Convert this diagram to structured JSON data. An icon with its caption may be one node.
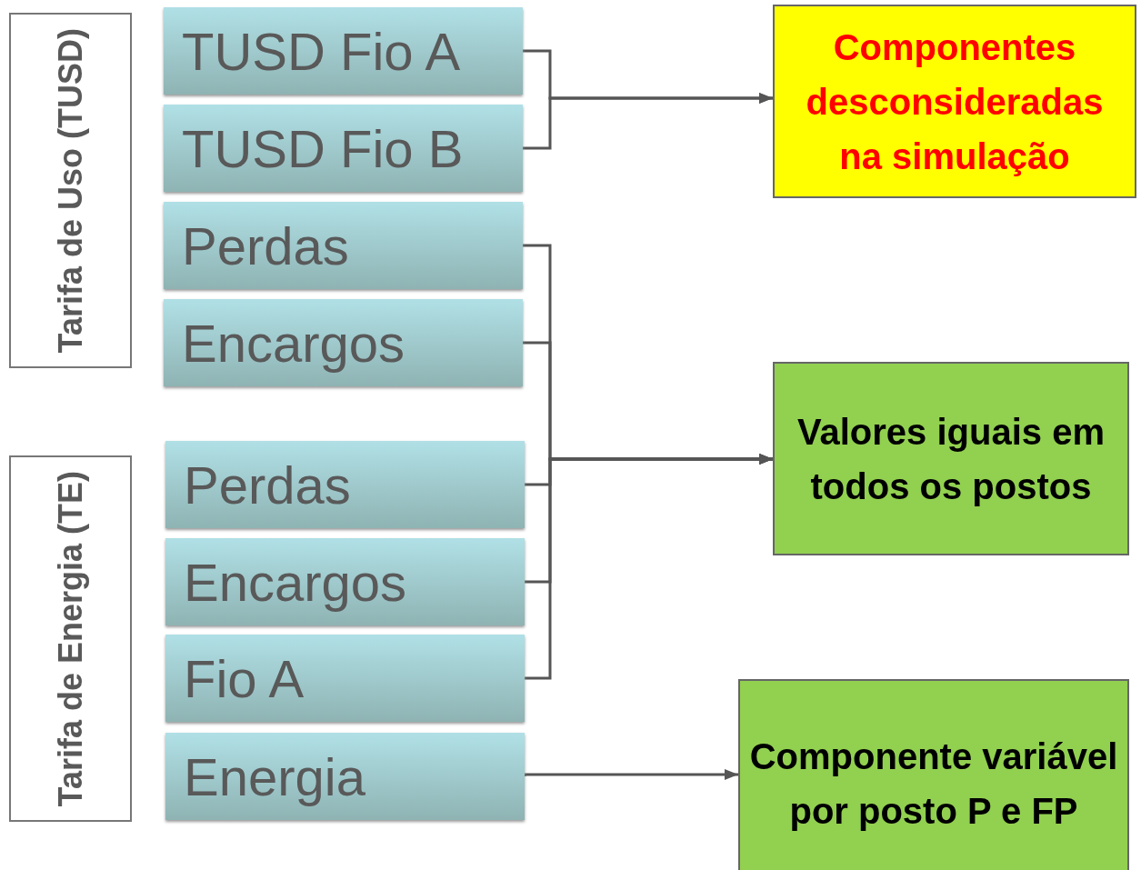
{
  "diagram": {
    "nodes": [
      {
        "text": [
          "Tarifa de Uso (TUSD)"
        ]
      },
      {
        "text": [
          "TUSD Fio A"
        ]
      },
      {
        "text": [
          "TUSD Fio B"
        ]
      },
      {
        "text": [
          "Perdas"
        ]
      },
      {
        "text": [
          "Encargos"
        ]
      },
      {
        "text": [
          "Tarifa de Energia (TE)"
        ]
      },
      {
        "text": [
          "Perdas"
        ]
      },
      {
        "text": [
          "Encargos"
        ]
      },
      {
        "text": [
          "Fio A"
        ]
      },
      {
        "text": [
          "Energia"
        ]
      },
      {
        "text": [
          "Componentes desconsideradas na simulação"
        ]
      },
      {
        "text": [
          "Valores iguais em todos os postos"
        ]
      },
      {
        "text": [
          "Componente variável por posto P e FP"
        ]
      }
    ],
    "edges": [
      {
        "from": 1,
        "to": 10,
        "arrow": "to"
      },
      {
        "from": 2,
        "to": 10,
        "arrow": "to"
      },
      {
        "from": 3,
        "to": 11,
        "arrow": "to"
      },
      {
        "from": 4,
        "to": 11,
        "arrow": "to"
      },
      {
        "from": 6,
        "to": 11,
        "arrow": "to"
      },
      {
        "from": 7,
        "to": 11,
        "arrow": "to"
      },
      {
        "from": 8,
        "to": 11,
        "arrow": "to"
      },
      {
        "from": 9,
        "to": 12,
        "arrow": "to"
      }
    ]
  }
}
